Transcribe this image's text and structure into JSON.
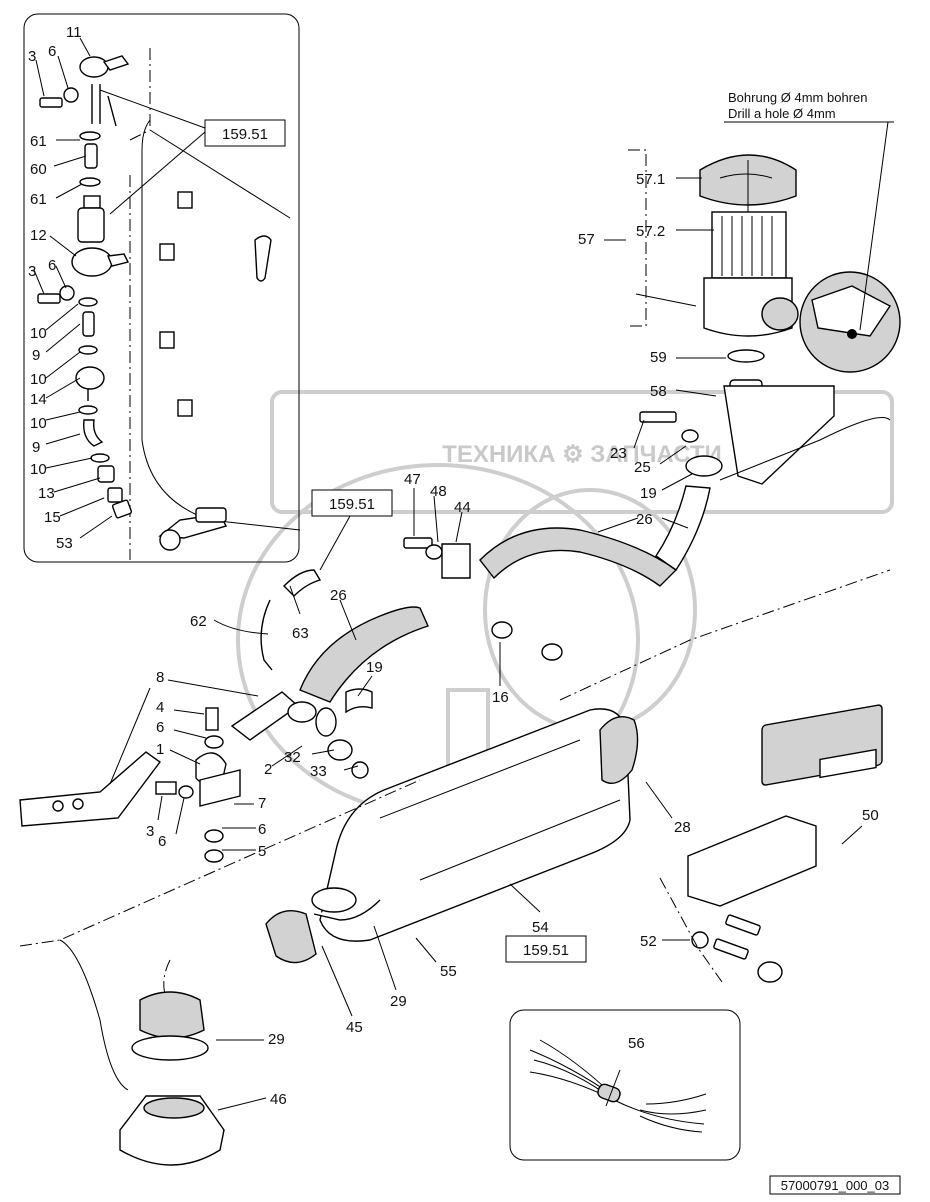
{
  "note": {
    "line1": "Bohrung Ø 4mm bohren",
    "line2": "Drill a hole Ø 4mm"
  },
  "watermark": {
    "text": "ТЕХНИКА  ⚙  ЗАПЧАСТИ"
  },
  "reference_boxes": [
    "159.51",
    "159.51",
    "159.51"
  ],
  "drawing_number": "57000791_000_03",
  "callouts": [
    {
      "id": "c11",
      "text": "11"
    },
    {
      "id": "c3a",
      "text": "3"
    },
    {
      "id": "c6a",
      "text": "6"
    },
    {
      "id": "c61a",
      "text": "61"
    },
    {
      "id": "c60",
      "text": "60"
    },
    {
      "id": "c61b",
      "text": "61"
    },
    {
      "id": "c12",
      "text": "12"
    },
    {
      "id": "c3b",
      "text": "3"
    },
    {
      "id": "c6b",
      "text": "6"
    },
    {
      "id": "c10a",
      "text": "10"
    },
    {
      "id": "c9a",
      "text": "9"
    },
    {
      "id": "c10b",
      "text": "10"
    },
    {
      "id": "c14",
      "text": "14"
    },
    {
      "id": "c10c",
      "text": "10"
    },
    {
      "id": "c9b",
      "text": "9"
    },
    {
      "id": "c10d",
      "text": "10"
    },
    {
      "id": "c13",
      "text": "13"
    },
    {
      "id": "c15",
      "text": "15"
    },
    {
      "id": "c53",
      "text": "53"
    },
    {
      "id": "c571",
      "text": "57.1"
    },
    {
      "id": "c572",
      "text": "57.2"
    },
    {
      "id": "c57",
      "text": "57"
    },
    {
      "id": "c59",
      "text": "59"
    },
    {
      "id": "c58",
      "text": "58"
    },
    {
      "id": "c23",
      "text": "23"
    },
    {
      "id": "c25",
      "text": "25"
    },
    {
      "id": "c19a",
      "text": "19"
    },
    {
      "id": "c26a",
      "text": "26"
    },
    {
      "id": "c47",
      "text": "47"
    },
    {
      "id": "c48",
      "text": "48"
    },
    {
      "id": "c44",
      "text": "44"
    },
    {
      "id": "c62",
      "text": "62"
    },
    {
      "id": "c63",
      "text": "63"
    },
    {
      "id": "c26b",
      "text": "26"
    },
    {
      "id": "c19b",
      "text": "19"
    },
    {
      "id": "c16",
      "text": "16"
    },
    {
      "id": "c8",
      "text": "8"
    },
    {
      "id": "c4",
      "text": "4"
    },
    {
      "id": "c6c",
      "text": "6"
    },
    {
      "id": "c1",
      "text": "1"
    },
    {
      "id": "c2",
      "text": "2"
    },
    {
      "id": "c32",
      "text": "32"
    },
    {
      "id": "c33",
      "text": "33"
    },
    {
      "id": "c7",
      "text": "7"
    },
    {
      "id": "c3c",
      "text": "3"
    },
    {
      "id": "c6d",
      "text": "6"
    },
    {
      "id": "c6e",
      "text": "6"
    },
    {
      "id": "c5",
      "text": "5"
    },
    {
      "id": "c28",
      "text": "28"
    },
    {
      "id": "c50",
      "text": "50"
    },
    {
      "id": "c54",
      "text": "54"
    },
    {
      "id": "c52",
      "text": "52"
    },
    {
      "id": "c55",
      "text": "55"
    },
    {
      "id": "c29a",
      "text": "29"
    },
    {
      "id": "c45",
      "text": "45"
    },
    {
      "id": "c29b",
      "text": "29"
    },
    {
      "id": "c46",
      "text": "46"
    },
    {
      "id": "c56",
      "text": "56"
    }
  ]
}
